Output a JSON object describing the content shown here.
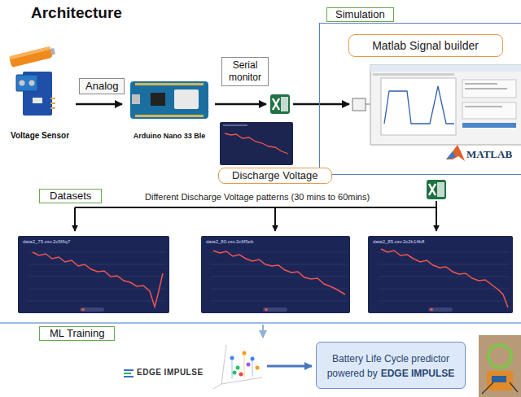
{
  "diagram": {
    "title": "Architecture",
    "nodes": [
      {
        "text": [
          "Voltage Sensor"
        ]
      },
      {
        "text": [
          "Analog"
        ]
      },
      {
        "text": [
          "Arduino Nano 33 Ble"
        ]
      },
      {
        "text": [
          "Serial monitor"
        ]
      },
      {
        "text": [
          "Simulation"
        ]
      },
      {
        "text": [
          "Matlab Signal builder"
        ],
        "in": 4
      },
      {
        "text": [
          "Discharge Voltage"
        ]
      },
      {
        "text": [
          "Datasets"
        ]
      },
      {
        "text": [
          "data2_75.csv.2c5f6q7"
        ]
      },
      {
        "text": [
          "data2_80.csv.2c6f5eb"
        ]
      },
      {
        "text": [
          "data2_85.csv.2c2b14b8"
        ]
      },
      {
        "text": [
          "ML Training"
        ]
      },
      {
        "text": [
          "Battery Life Cycle predictor powered by",
          "EDGE IMPULSE"
        ]
      }
    ],
    "edges": [
      {
        "from": 0,
        "to": 2,
        "arrow": "to"
      }
    ],
    "labels": [
      "Different Discharge Voltage patterns (30 mins to 60mins)",
      "MATLAB",
      "EDGE IMPULSE"
    ]
  }
}
